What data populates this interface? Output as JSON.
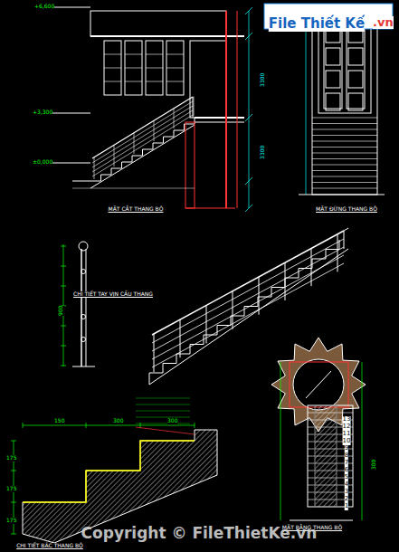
{
  "diagram": {
    "labels": [
      "MẶT CẮT THANG BỘ",
      "MẶT ĐỨNG THANG BỘ",
      "CHI TIẾT TAY VỊN CẦU THANG",
      "CHI TIẾT BẬC THANG BỘ",
      "MẶT BẰNG THANG BỘ",
      "+6,600",
      "+3,300",
      "±0,000",
      "File Thiết Kế",
      ".vn",
      "1",
      "2",
      "3",
      "4",
      "5",
      "6",
      "7",
      "8",
      "9",
      "10",
      "11",
      "12",
      "13",
      "3300",
      "3300",
      "900",
      "150",
      "300",
      "175",
      "175",
      "175",
      "300",
      "300",
      "Copyright © FileThietKe.vn"
    ]
  }
}
